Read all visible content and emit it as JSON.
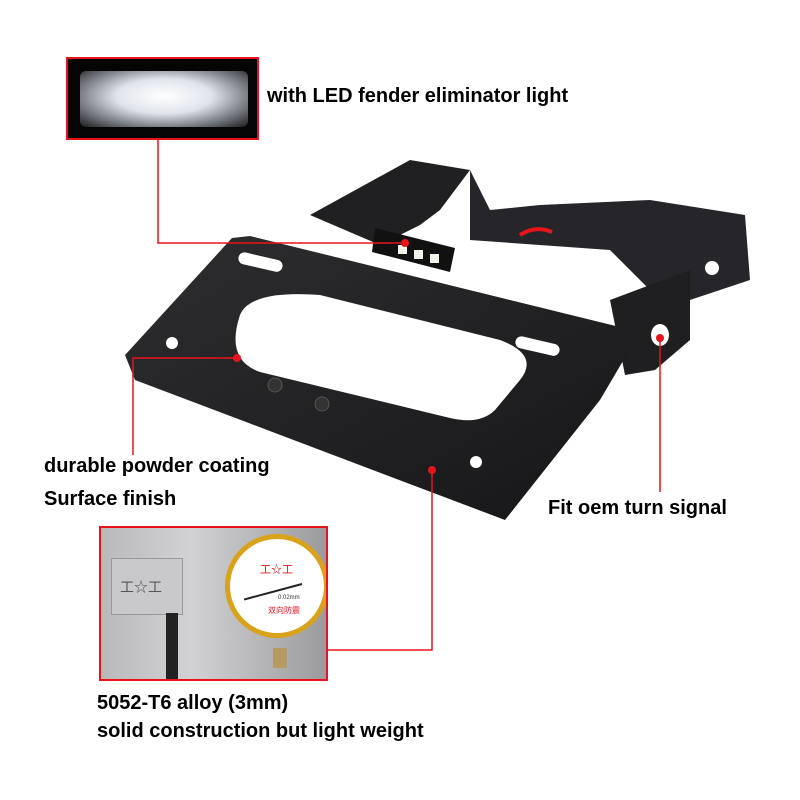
{
  "callouts": {
    "led": "with LED fender eliminator light",
    "coating_1": "durable powder coating",
    "coating_2": "Surface finish",
    "turn_signal": "Fit oem turn signal",
    "alloy_1": "5052-T6 alloy (3mm)",
    "alloy_2": "solid construction but light weight"
  },
  "dial_gauge": {
    "brand_mark": "工☆工",
    "resolution": "0.02mm",
    "subtitle": "双向防震"
  },
  "colors": {
    "callout_line": "#e8141c",
    "bracket": "#1c1c1e",
    "gauge_bezel": "#d9a21b"
  }
}
